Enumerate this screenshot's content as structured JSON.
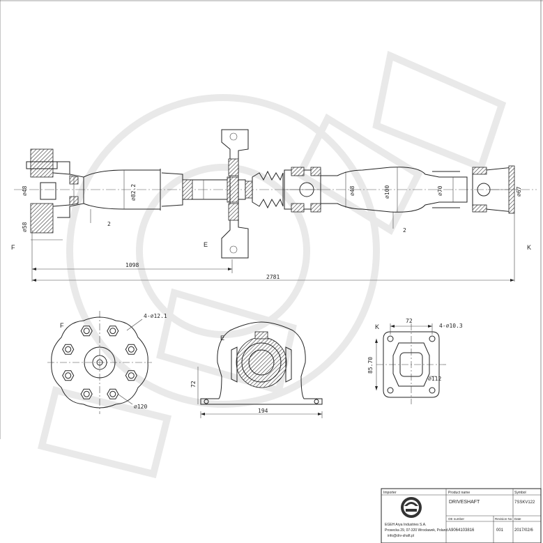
{
  "shaft_labels": {
    "left_end": "F",
    "mid_mark": "E",
    "right_end": "K",
    "dia_48": "⌀48",
    "dia_58": "⌀58",
    "dia_82": "⌀82.2",
    "dia_48b": "⌀48",
    "dia_100": "⌀100",
    "dia_70": "⌀70",
    "dia_67": "⌀67",
    "thk_a": "2",
    "thk_b": "2",
    "len_1098": "1098",
    "len_total": "2781"
  },
  "flange_view": {
    "label": "F",
    "holes": "4-⌀12.1",
    "pcd": "⌀120"
  },
  "bearing_view": {
    "label": "E",
    "height": "72",
    "width": "194"
  },
  "yoke_view": {
    "label": "K",
    "top_dim": "72",
    "holes": "4-⌀10.3",
    "side_dim": "85.70",
    "pcd": "⌀112"
  },
  "title_block": {
    "importer_header": "Importer",
    "importer_name": "EGEH Arya Industries S.A.",
    "importer_addr1": "Prosecka 29, 07-320 Wrocławek, Poland",
    "importer_addr2": "info@drv-shaft.pl",
    "product_header": "Product name",
    "product_name": "DRIVESHAFT",
    "symbol_header": "Symbol",
    "symbol": "7SSKV122",
    "oe_header": "OE number",
    "oe_number": "A9064103816",
    "rev_header": "Revision No",
    "rev": "001",
    "date_header": "Date",
    "date": "2017/02/6"
  }
}
